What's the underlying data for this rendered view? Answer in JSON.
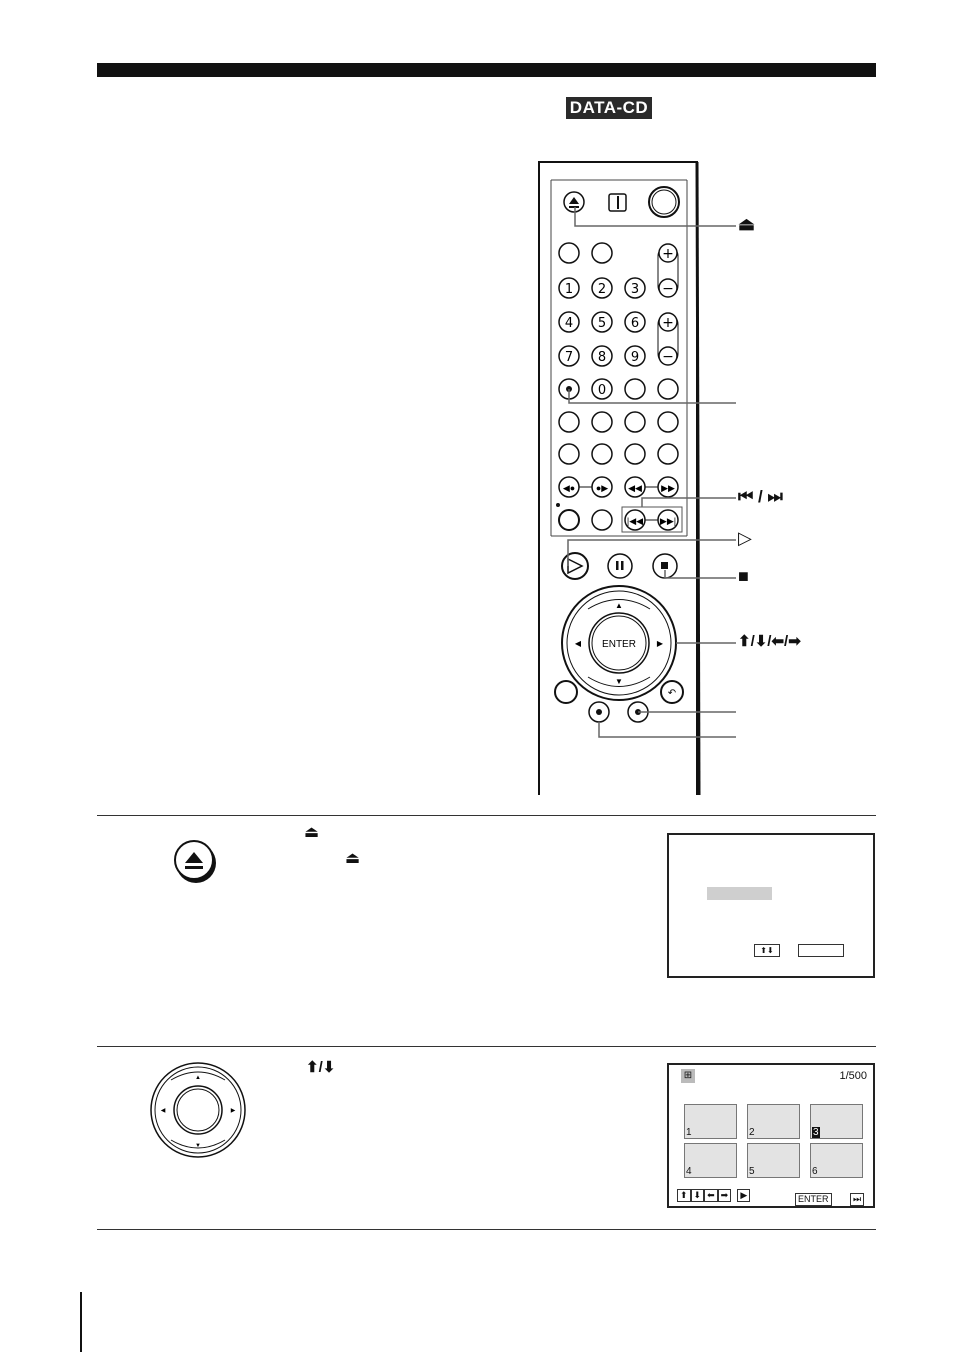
{
  "header": {
    "badge": "DATA-CD"
  },
  "callouts": {
    "eject": "⏏",
    "prev_next": "⏮ / ⏭",
    "play": "▷",
    "stop": "■",
    "arrows": "⬆/⬇/⬅/➡"
  },
  "remote": {
    "numbers": [
      "1",
      "2",
      "3",
      "4",
      "5",
      "6",
      "7",
      "8",
      "9",
      "0"
    ],
    "enter_label": "ENTER"
  },
  "steps": [
    {
      "icon": "eject-button",
      "symbols": [
        "⏏",
        "⏏"
      ]
    },
    {
      "icon": "joystick",
      "symbols": [
        "⬆/⬇"
      ]
    }
  ],
  "screen2": {
    "page_counter": "1/500",
    "thumb_labels": [
      "1",
      "2",
      "3",
      "4",
      "5",
      "6"
    ],
    "selected_thumb": "3",
    "nav_keys": [
      "⬆",
      "⬇",
      "⬅",
      "➡"
    ],
    "play_key": "▶",
    "enter_key": "ENTER",
    "next_key": "⏭"
  }
}
